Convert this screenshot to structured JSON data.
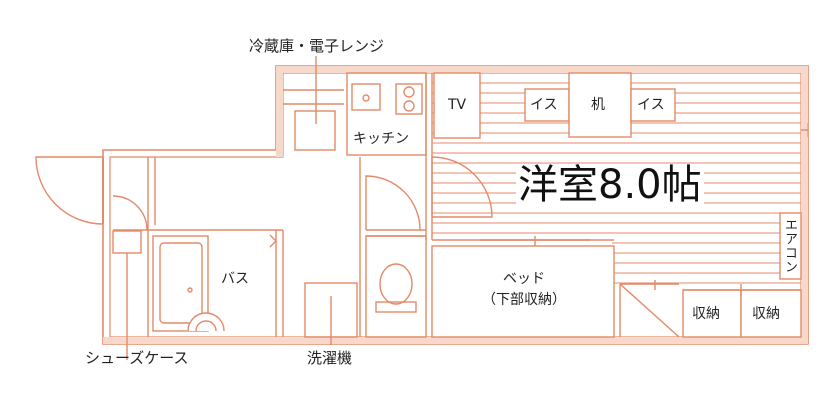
{
  "plan": {
    "title": "洋室8.0帖",
    "labels": {
      "fridge_microwave": "冷蔵庫・電子レンジ",
      "kitchen": "キッチン",
      "tv": "TV",
      "chair_left": "イス",
      "desk": "机",
      "chair_right": "イス",
      "bath": "バス",
      "bed_line1": "ベッド",
      "bed_line2": "（下部収納）",
      "aircon": "エアコン",
      "storage_left": "収納",
      "storage_right": "収納",
      "shoe_case": "シューズケース",
      "washer": "洗濯機"
    },
    "colors": {
      "wall": "#e48a68",
      "wall_fill": "#f7d9cb",
      "line": "#e48a68",
      "text": "#222222"
    }
  }
}
